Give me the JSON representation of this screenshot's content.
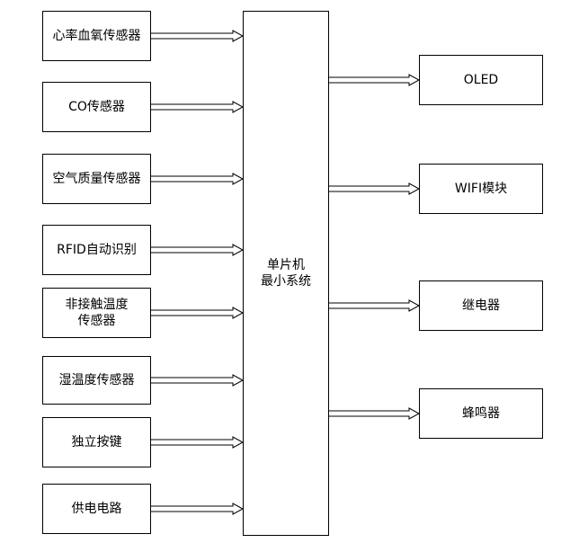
{
  "inputs": [
    {
      "label": "心率血氧传感器"
    },
    {
      "label": "CO传感器"
    },
    {
      "label": "空气质量传感器"
    },
    {
      "label": "RFID自动识别"
    },
    {
      "label": "非接触温度\n传感器"
    },
    {
      "label": "湿温度传感器"
    },
    {
      "label": "独立按键"
    },
    {
      "label": "供电电路"
    }
  ],
  "center": {
    "label": "单片机\n最小系统"
  },
  "outputs": [
    {
      "label": "OLED"
    },
    {
      "label": "WIFI模块"
    },
    {
      "label": "继电器"
    },
    {
      "label": "蜂鸣器"
    }
  ]
}
